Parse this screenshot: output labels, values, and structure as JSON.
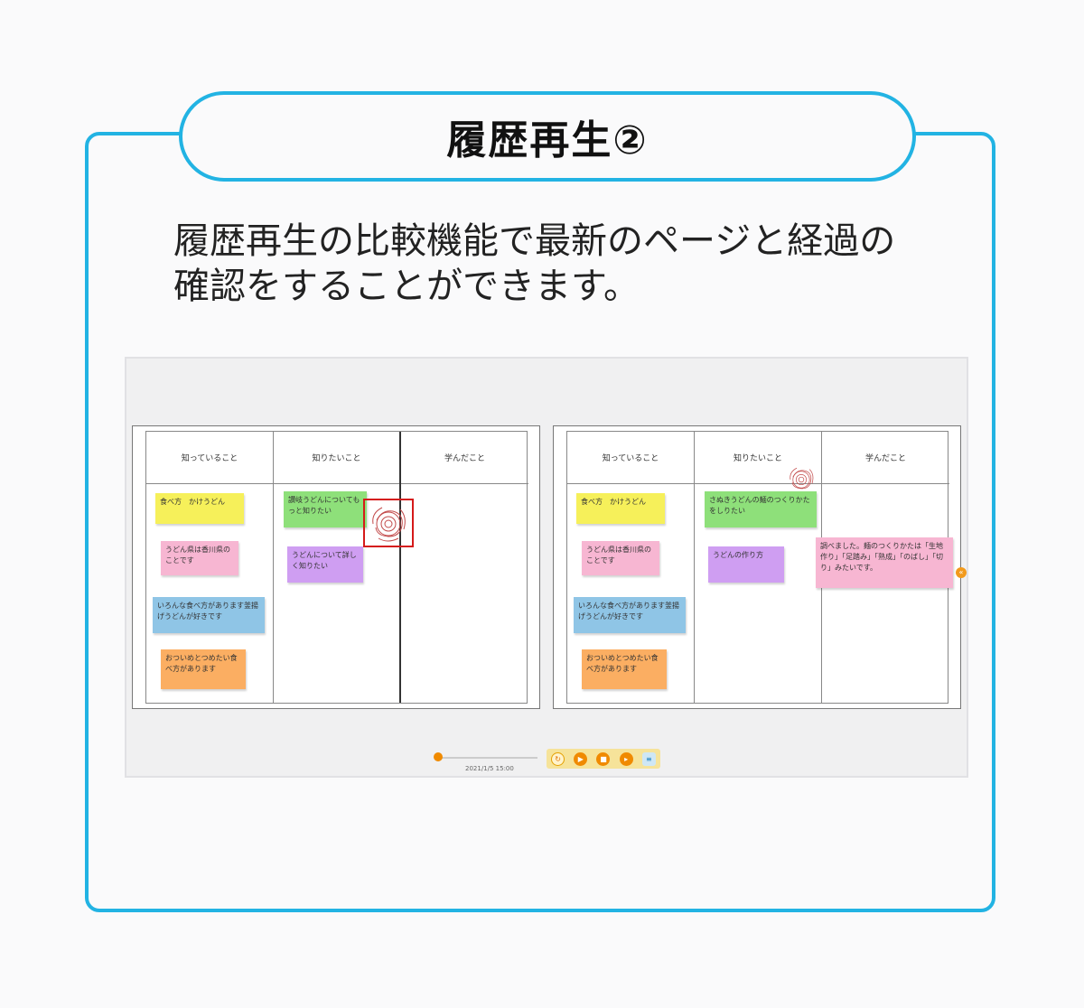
{
  "title": "履歴再生②",
  "subtitle_line1": "履歴再生の比較機能で最新のページと経過の",
  "subtitle_line2": "確認をすることができます。",
  "colors": {
    "frame": "#22b3e3",
    "accent": "#f08a00",
    "highlight": "#d51a1a"
  },
  "left_board": {
    "columns": [
      "知っていること",
      "知りたいこと",
      "学んだこと"
    ],
    "notes": {
      "n1": "食べ方　かけうどん",
      "n2": "うどん県は香川県のことです",
      "n3": "いろんな食べ方があります釜揚げうどんが好きです",
      "n4": "おついめとつめたい食べ方があります",
      "n5": "讃岐うどんについてもっと知りたい",
      "n6": "うどんについて詳しく知りたい"
    }
  },
  "right_board": {
    "columns": [
      "知っていること",
      "知りたいこと",
      "学んだこと"
    ],
    "notes": {
      "n1": "食べ方　かけうどん",
      "n2": "うどん県は香川県のことです",
      "n3": "いろんな食べ方があります釜揚げうどんが好きです",
      "n4": "おついめとつめたい食べ方があります",
      "n5": "さぬきうどんの麺のつくりかたをしりたい",
      "n6": "うどんの作り方",
      "n7": "調べました。麺のつくりかたは「生地作り」「足踏み」「熟成」「のばし」「切り」みたいです。"
    }
  },
  "player": {
    "slider_label": "2021/1/5 15:00"
  },
  "icons": {
    "reload": "reload-icon",
    "play": "play-icon",
    "stop": "stop-icon",
    "forward": "forward-icon",
    "layers": "layers-icon",
    "collapse": "collapse-icon"
  }
}
